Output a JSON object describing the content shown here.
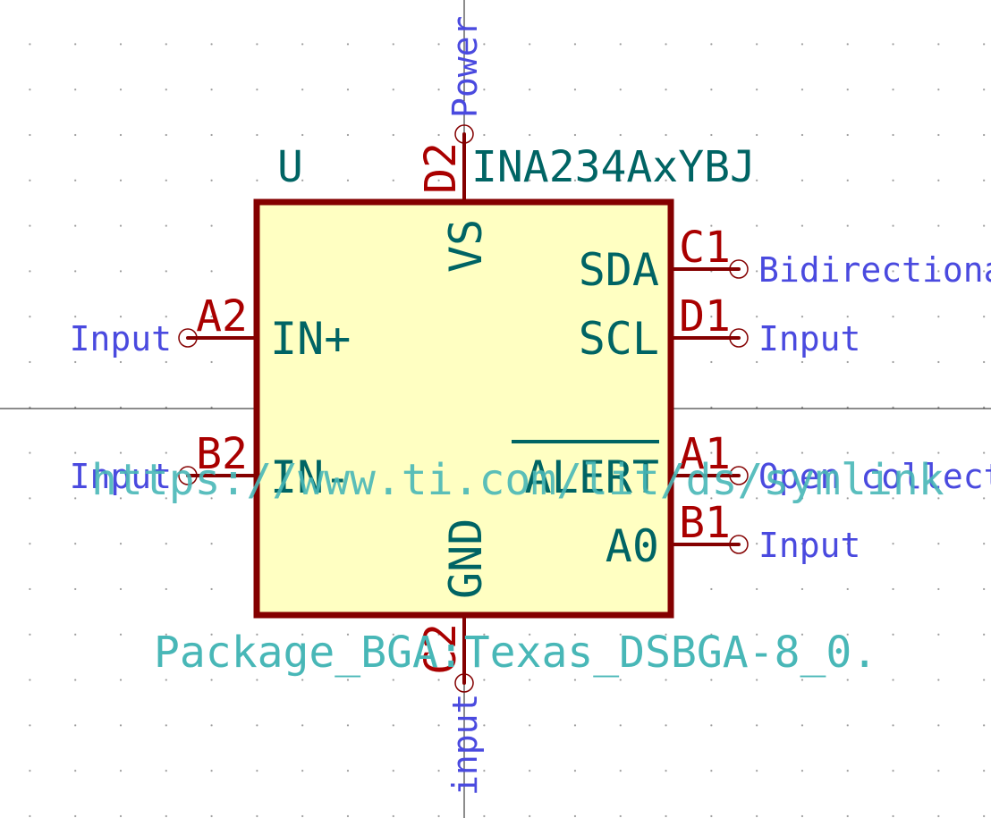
{
  "symbol": {
    "reference": "U",
    "value": "INA234AxYBJ",
    "footprint": "Package_BGA:Texas_DSBGA-8_0.",
    "datasheet": "https://www.ti.com/lit/ds/symlink"
  },
  "pins": [
    {
      "number": "A2",
      "name": "IN+",
      "type": "Input"
    },
    {
      "number": "B2",
      "name": "IN-",
      "type": "Input"
    },
    {
      "number": "D2",
      "name": "VS",
      "type": "Power"
    },
    {
      "number": "C2",
      "name": "GND",
      "type": "input"
    },
    {
      "number": "C1",
      "name": "SDA",
      "type": "Bidirectiona"
    },
    {
      "number": "D1",
      "name": "SCL",
      "type": "Input"
    },
    {
      "number": "A1",
      "name": "ALERT",
      "type": "Open collect"
    },
    {
      "number": "B1",
      "name": "A0",
      "type": "Input"
    }
  ],
  "colors": {
    "body_fill": "#ffffc2",
    "outline": "#840000",
    "pin_number": "#a90000",
    "pin_name": "#006464",
    "field": "#006464",
    "hidden_field": "#48b7b7",
    "electrical_type": "#4a4adf",
    "crosshair": "#1a1a1a"
  }
}
